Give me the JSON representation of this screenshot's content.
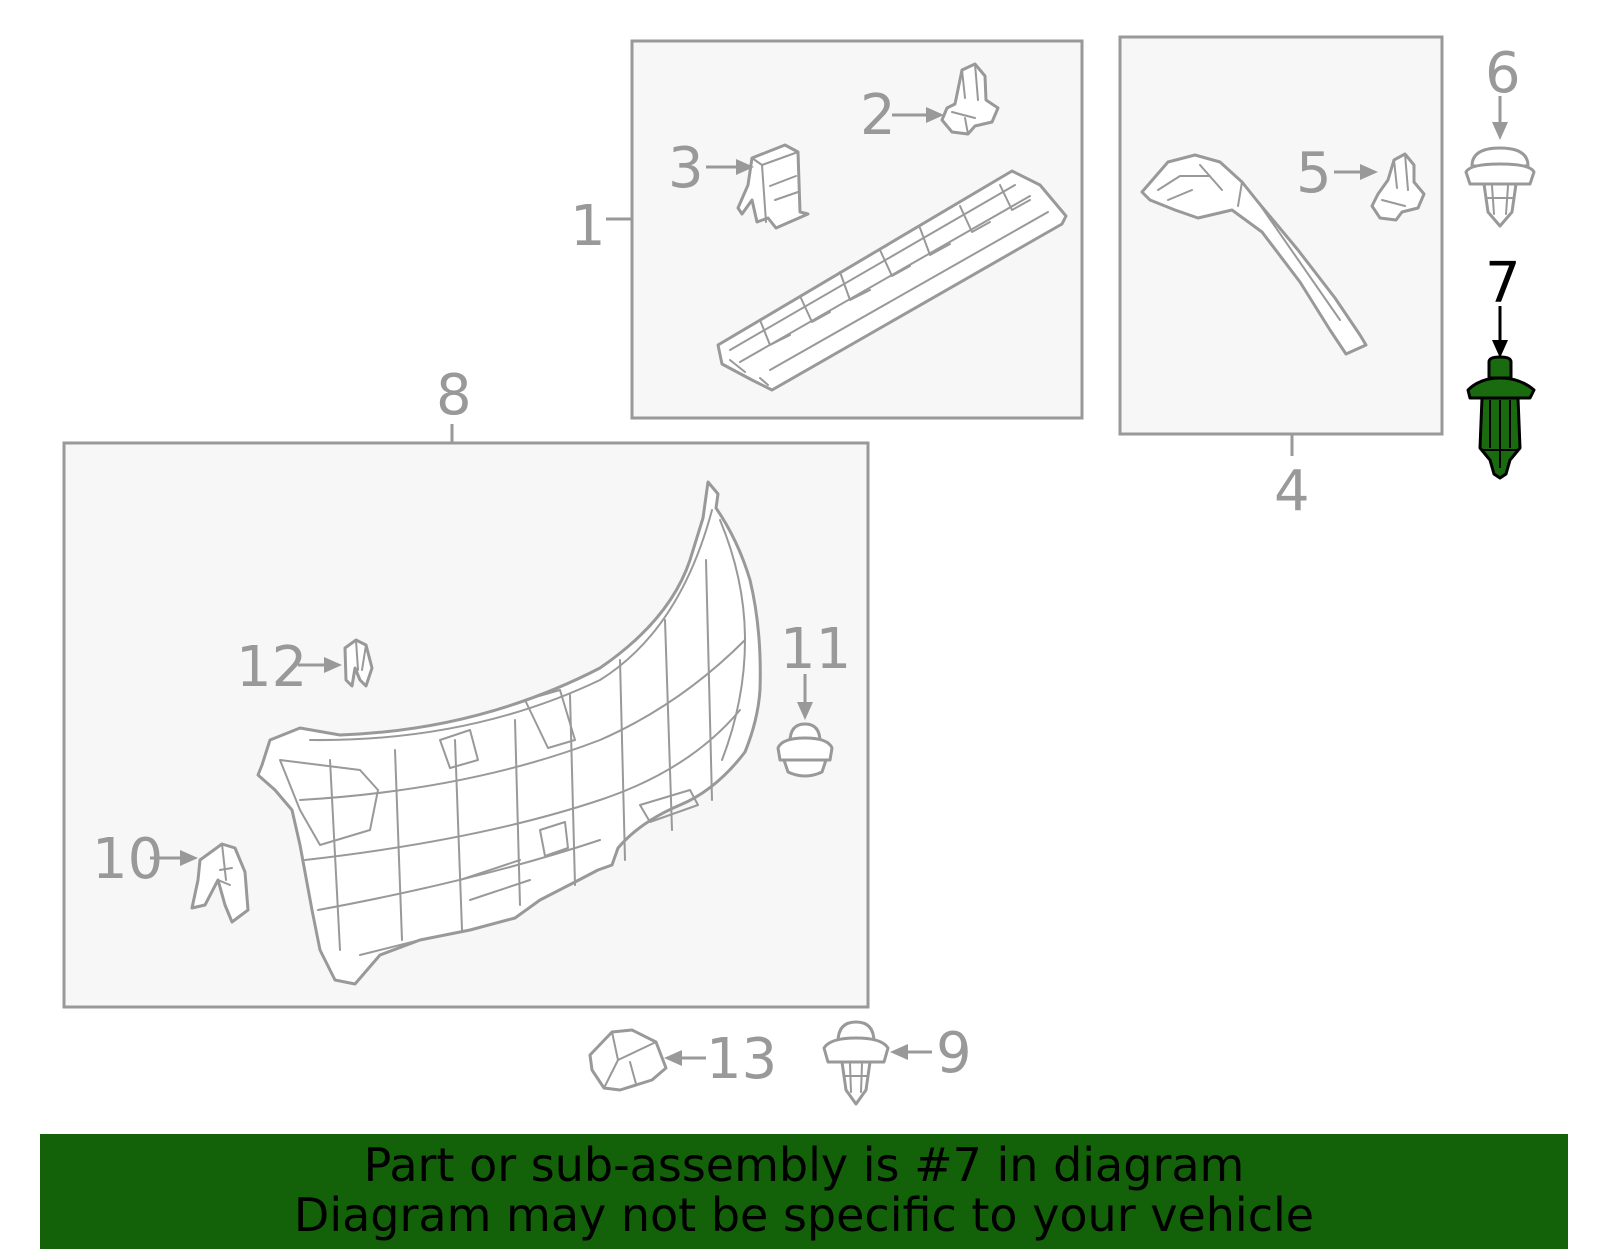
{
  "callouts": {
    "c1": "1",
    "c2": "2",
    "c3": "3",
    "c4": "4",
    "c5": "5",
    "c6": "6",
    "c7": "7",
    "c8": "8",
    "c9": "9",
    "c10": "10",
    "c11": "11",
    "c12": "12",
    "c13": "13"
  },
  "highlighted_part": "7",
  "banner": {
    "line1": "Part or sub-assembly is #7 in diagram",
    "line2": "Diagram may not be specific to your vehicle"
  },
  "colors": {
    "banner_bg": "#136108",
    "highlight_fill": "#1a6b10",
    "line_gray": "#999999",
    "box_fill": "#f7f7f7"
  }
}
